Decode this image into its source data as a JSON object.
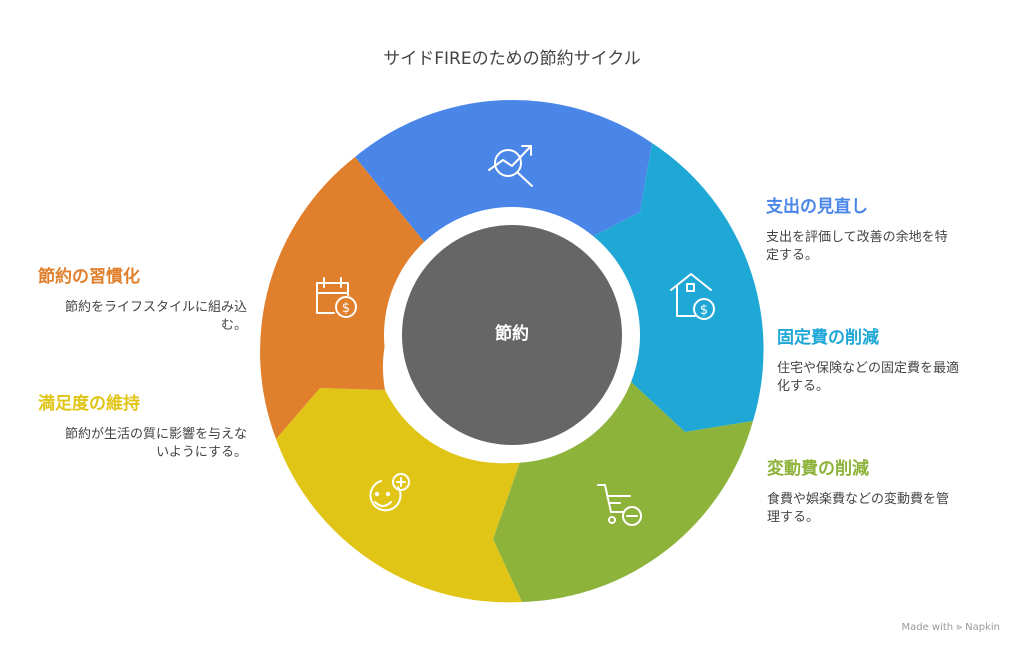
{
  "title": "サイドFIREのための節約サイクル",
  "center": "節約",
  "steps": [
    {
      "title": "支出の見直し",
      "desc1": "支出を評価して改善の余地を特",
      "desc2": "定する。",
      "color": "#4a86e8",
      "icon": "magnifier-trend-icon"
    },
    {
      "title": "固定費の削減",
      "desc1": "住宅や保険などの固定費を最適",
      "desc2": "化する。",
      "color": "#1fa7d6",
      "icon": "house-dollar-icon"
    },
    {
      "title": "変動費の削減",
      "desc1": "食費や娯楽費などの変動費を管",
      "desc2": "理する。",
      "color": "#8db33a",
      "icon": "cart-minus-icon"
    },
    {
      "title": "満足度の維持",
      "desc1": "節約が生活の質に影響を与えな",
      "desc2": "いようにする。",
      "color": "#e0c416",
      "icon": "smiley-plus-icon"
    },
    {
      "title": "節約の習慣化",
      "desc1": "節約をライフスタイルに組み込",
      "desc2": "む。",
      "color": "#e07f2c",
      "icon": "calendar-dollar-icon"
    }
  ],
  "footer": "Made with ⪢ Napkin"
}
